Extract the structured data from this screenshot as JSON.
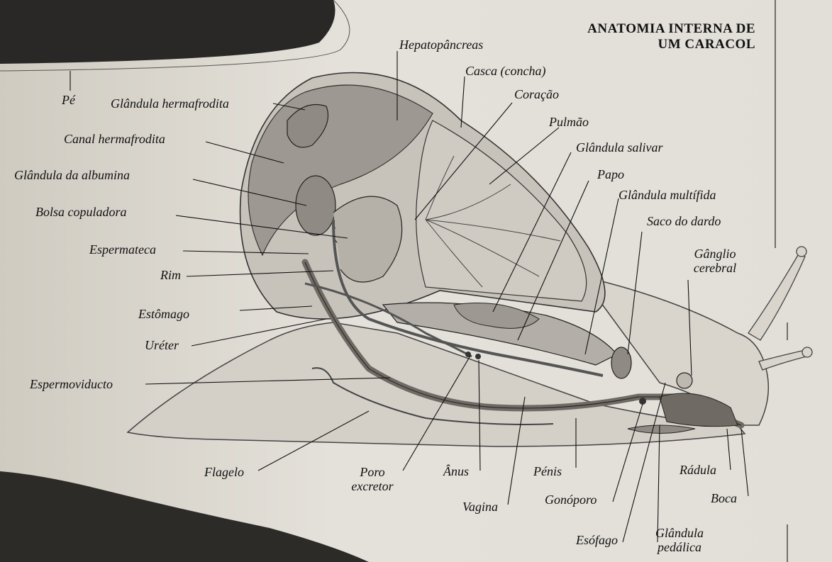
{
  "title_line1": "ANATOMIA INTERNA DE",
  "title_line2": "UM CARACOL",
  "labels": {
    "pe": "Pé",
    "glandula_hermafrodita": "Glândula hermafrodita",
    "canal_hermafrodita": "Canal hermafrodita",
    "glandula_albumina": "Glândula da albumina",
    "bolsa_copuladora": "Bolsa copuladora",
    "espermateca": "Espermateca",
    "rim": "Rim",
    "estomago": "Estômago",
    "ureter": "Uréter",
    "espermoviducto": "Espermoviducto",
    "flagelo": "Flagelo",
    "poro_excretor_1": "Poro",
    "poro_excretor_2": "excretor",
    "anus": "Ânus",
    "vagina": "Vagina",
    "penis": "Pénis",
    "gonoporo": "Gonóporo",
    "esofago": "Esófago",
    "glandula_pedalica_1": "Glândula",
    "glandula_pedalica_2": "pedálica",
    "boca": "Boca",
    "radula": "Rádula",
    "ganglio_cerebral_1": "Gânglio",
    "ganglio_cerebral_2": "cerebral",
    "saco_dardo": "Saco do dardo",
    "glandula_multifida": "Glândula multífida",
    "papo": "Papo",
    "glandula_salivar": "Glândula salivar",
    "pulmao": "Pulmão",
    "coracao": "Coração",
    "casca": "Casca (concha)",
    "hepatopancreas": "Hepatopâncreas"
  },
  "colors": {
    "paper": "#e2dfd8",
    "ink": "#111111",
    "organ_dark": "#8f8b84",
    "organ_mid": "#b3afa8",
    "organ_light": "#cfcbc4",
    "dark_photo": "#2a2826"
  }
}
